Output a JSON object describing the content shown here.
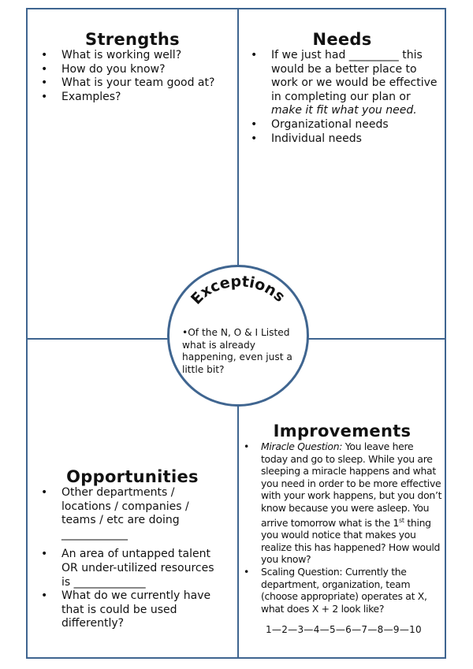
{
  "strengths": {
    "title": "Strengths",
    "items": [
      "What is working well?",
      "How do you know?",
      "What is your team good at?",
      "Examples?"
    ]
  },
  "needs": {
    "title": "Needs",
    "item1_a": "If we just had _________ this would be a better place to work or we would be effective in completing our plan or ",
    "item1_b": "make it fit what you need.",
    "items": [
      "Organizational needs",
      "Individual needs"
    ]
  },
  "exceptions": {
    "title": "Exceptions",
    "text": "•Of the N, O & I Listed what is already happening, even just a little bit?"
  },
  "opportunities": {
    "title": "Opportunities",
    "items": [
      "Other departments / locations / companies / teams / etc are doing ____________",
      "An area of untapped talent OR under-utilized resources is _____________",
      "What do we currently have that is could be used differently?"
    ]
  },
  "improvements": {
    "title": "Improvements",
    "miracle_label": "Miracle Question:",
    "miracle_a": " You leave here today and go to sleep. While you are sleeping a miracle happens and what you need in order to be more effective with your work happens, but you don’t know because you were asleep. You arrive tomorrow what is the 1",
    "miracle_sup": "st",
    "miracle_b": " thing you would notice that makes you realize this has happened? How would you know?",
    "scaling": "Scaling Question: Currently the department, organization, team (choose appropriate) operates at X, what does X + 2 look like?",
    "scale": "1—2—3—4—5—6—7—8—9—10"
  },
  "colors": {
    "border": "#3f6590"
  }
}
